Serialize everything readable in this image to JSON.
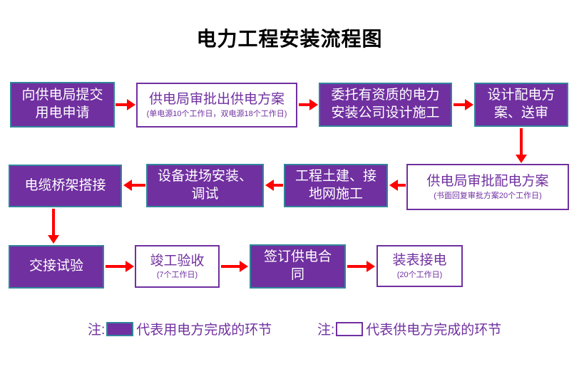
{
  "title": "电力工程安装流程图",
  "colors": {
    "user_step_fill": "#7030A0",
    "user_step_border": "#31859B",
    "supplier_step_border": "#7030A0",
    "supplier_step_fill": "#FFFFFF",
    "arrow": "#FF0000",
    "title_text": "#000000",
    "legend_text": "#7030A0"
  },
  "flow": {
    "nodes": [
      {
        "id": 1,
        "variant": "purple",
        "title": "向供电局提交\n用电申请"
      },
      {
        "id": 2,
        "variant": "white",
        "title": "供电局审批出供电方案",
        "sub": "(单电源10个工作日，双电源18个工作日)"
      },
      {
        "id": 3,
        "variant": "purple",
        "title": "委托有资质的电力\n安装公司设计施工"
      },
      {
        "id": 4,
        "variant": "purple",
        "title": "设计配电方\n案、送审"
      },
      {
        "id": 5,
        "variant": "white",
        "title": "供电局审批配电方案",
        "sub": "(书面回复审批方案20个工作日)"
      },
      {
        "id": 6,
        "variant": "purple",
        "title": "工程土建、接\n地网施工"
      },
      {
        "id": 7,
        "variant": "purple",
        "title": "设备进场安装、\n调试"
      },
      {
        "id": 8,
        "variant": "purple",
        "title": "电缆桥架搭接"
      },
      {
        "id": 9,
        "variant": "purple",
        "title": "交接试验"
      },
      {
        "id": 10,
        "variant": "white",
        "title": "竣工验收",
        "sub": "(7个工作日)"
      },
      {
        "id": 11,
        "variant": "purple",
        "title": "签订供电合\n同"
      },
      {
        "id": 12,
        "variant": "white",
        "title": "装表接电",
        "sub": "(20个工作日)"
      }
    ]
  },
  "legend": {
    "items": [
      {
        "label": "注:",
        "swatch": "purple",
        "text": "代表用电方完成的环节"
      },
      {
        "label": "注:",
        "swatch": "white",
        "text": "代表供电方完成的环节"
      }
    ]
  }
}
